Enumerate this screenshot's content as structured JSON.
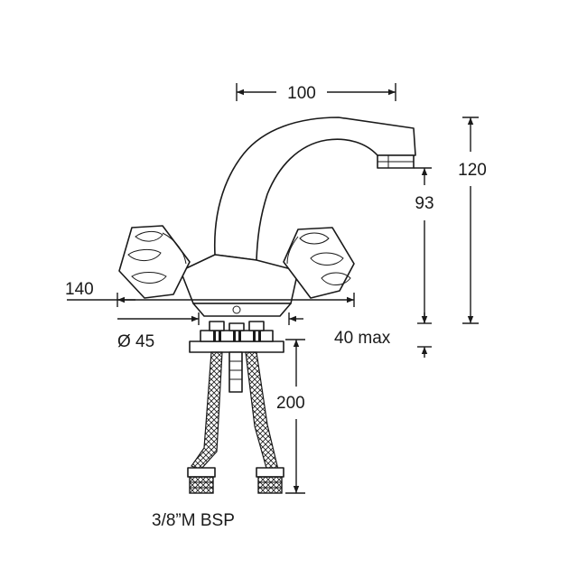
{
  "dimensions": {
    "spout_reach": "100",
    "total_height": "120",
    "spout_height": "93",
    "width": "140",
    "diameter": "Ø 45",
    "deck_thickness": "40 max",
    "hose_length": "200",
    "thread": "3/8”M BSP"
  },
  "colors": {
    "line": "#1a1a1a",
    "background": "#ffffff"
  }
}
